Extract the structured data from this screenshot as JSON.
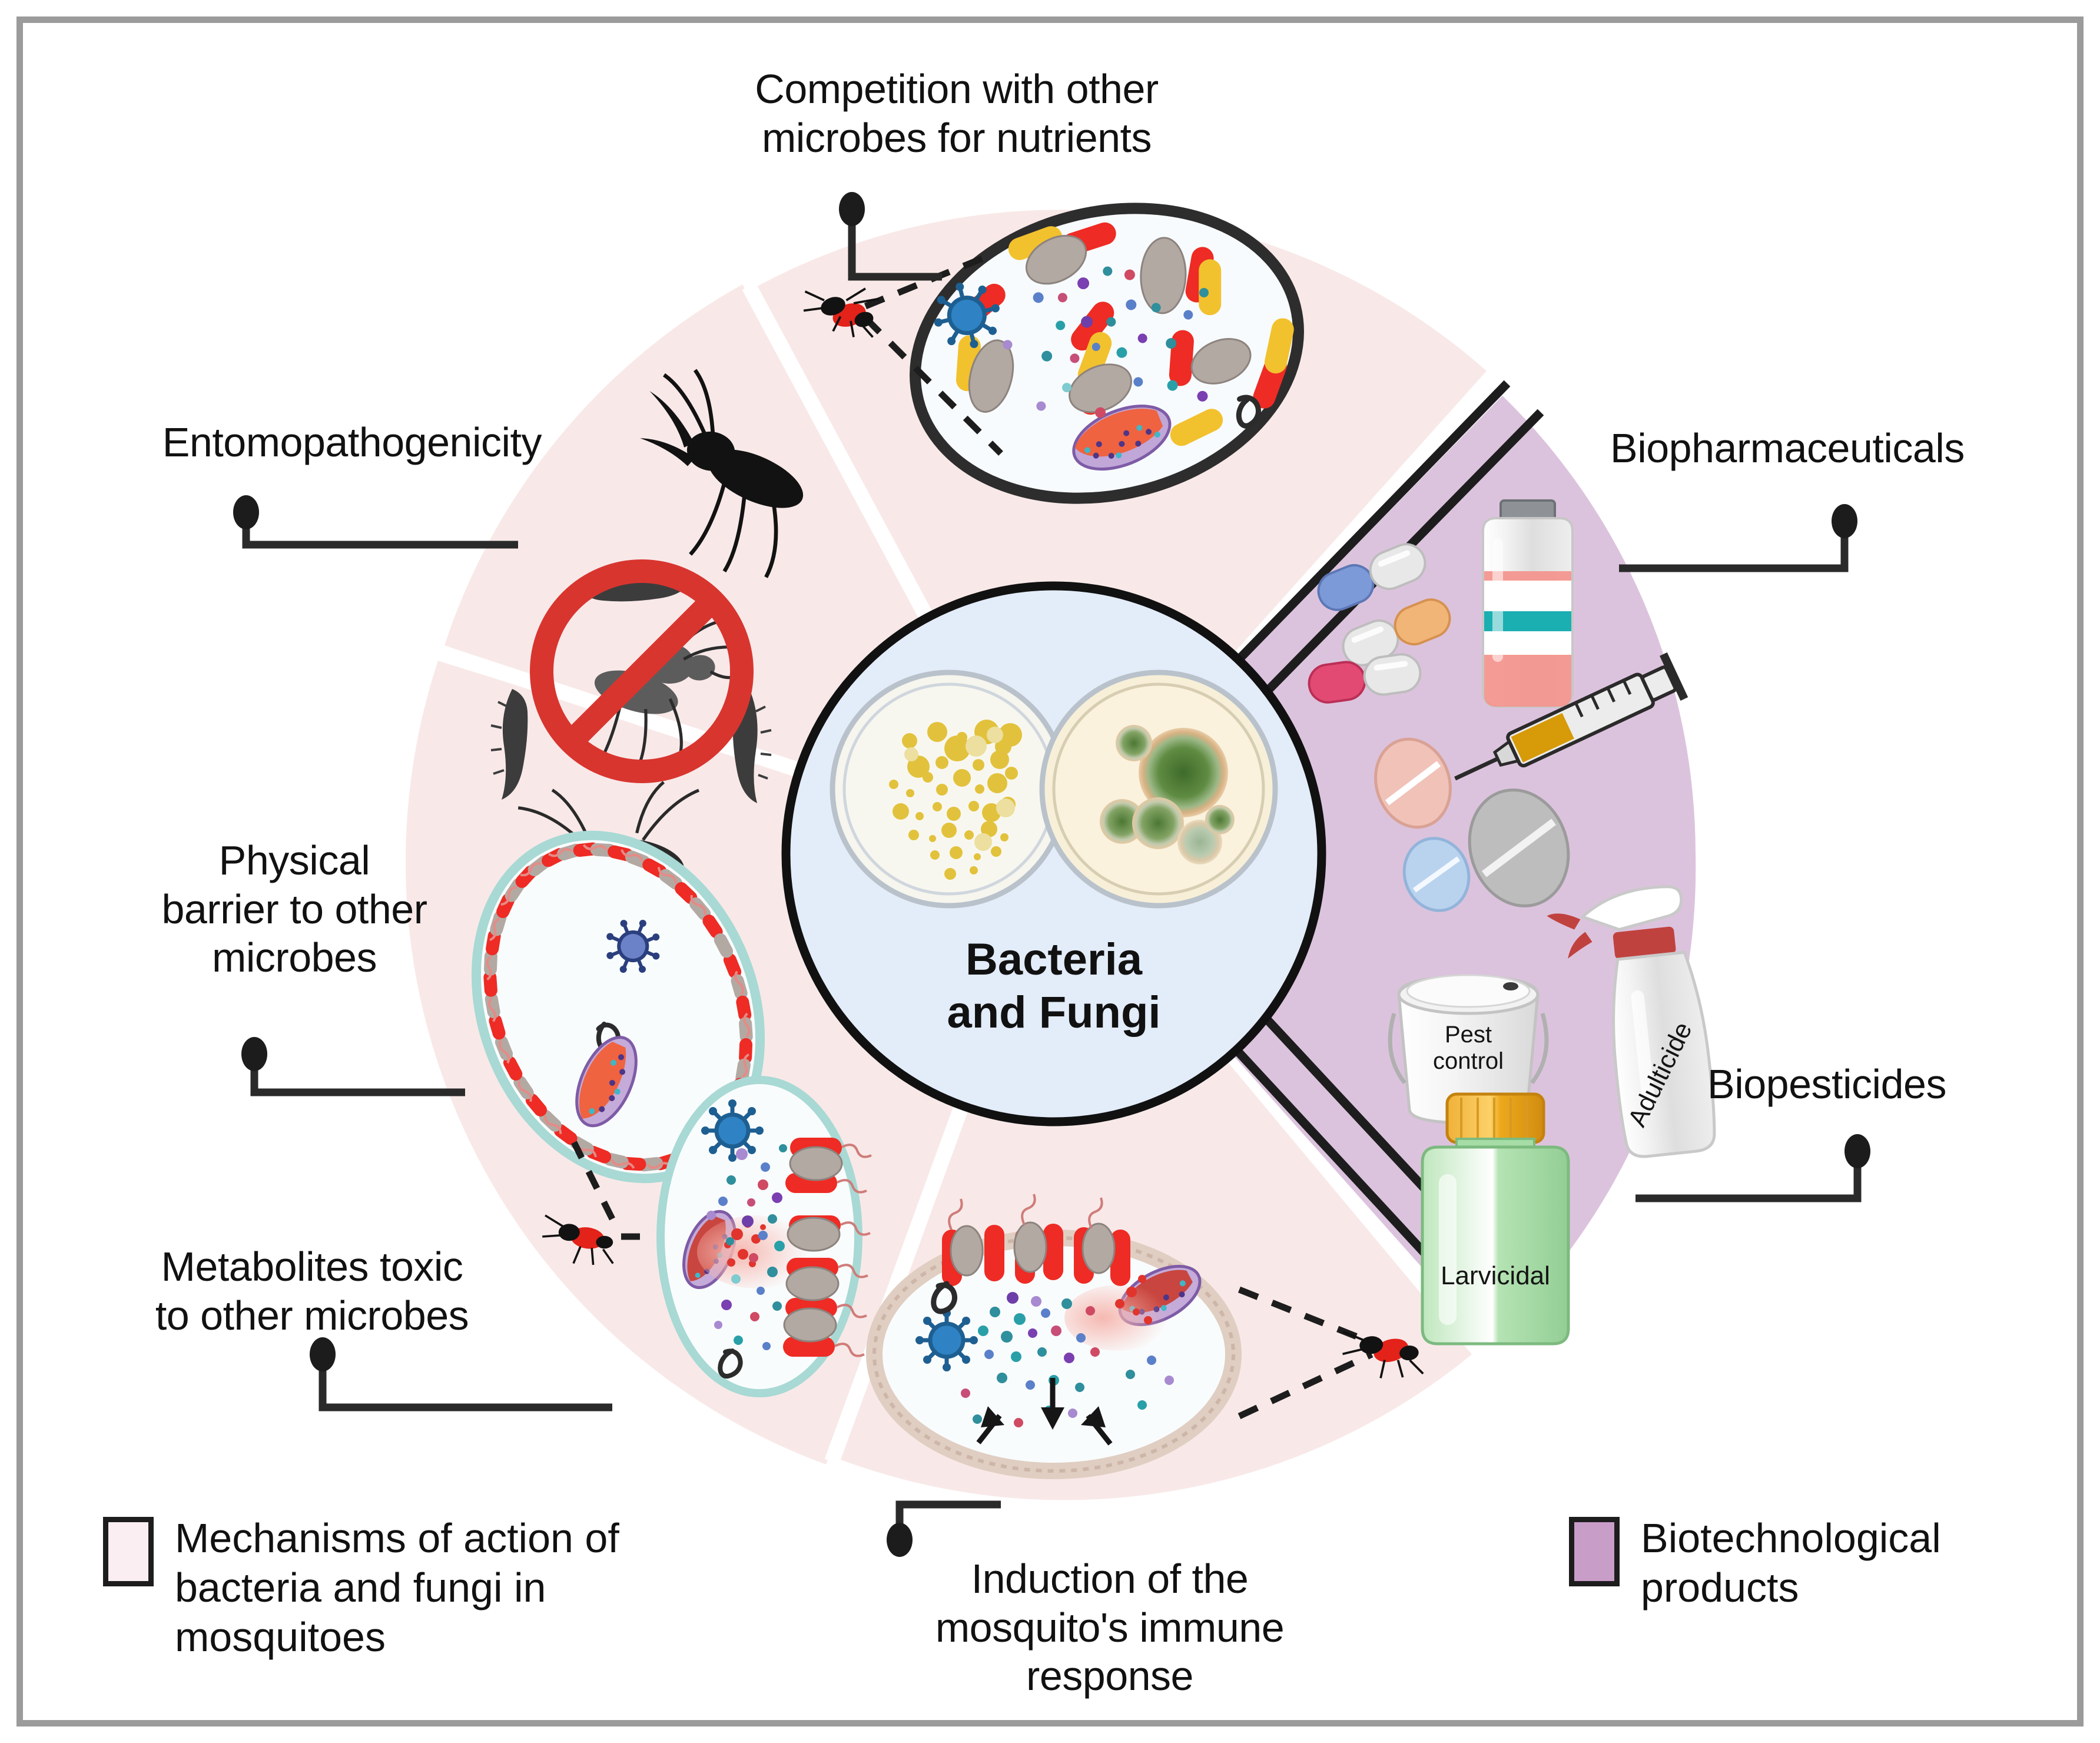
{
  "figure": {
    "center": {
      "title": "Bacteria\nand Fungi",
      "dish_left": "bacteria-culture-plate",
      "dish_right": "fungi-culture-plate"
    },
    "callouts": [
      {
        "id": "competition",
        "label": "Competition with other\nmicrobes for nutrients",
        "group": "mechanisms",
        "illustration": "mosquito-gut-microbiome-oval"
      },
      {
        "id": "entomopathogenicity",
        "label": "Entomopathogenicity",
        "group": "mechanisms",
        "illustration": "dead-mosquitoes-and-larvae-with-prohibition-sign"
      },
      {
        "id": "physical-barrier",
        "label": "Physical\nbarrier to other\nmicrobes",
        "group": "mechanisms",
        "illustration": "gut-lined-with-bacteria-oval"
      },
      {
        "id": "metabolites",
        "label": "Metabolites toxic\nto other microbes",
        "group": "mechanisms",
        "illustration": "toxic-metabolites-lysing-microbe-oval"
      },
      {
        "id": "immune-response",
        "label": "Induction of the\nmosquito's immune\nresponse",
        "group": "mechanisms",
        "illustration": "immune-response-gut-oval"
      },
      {
        "id": "biopharmaceuticals",
        "label": "Biopharmaceuticals",
        "group": "biotech",
        "illustration": "pills-vial-syringe-tablets"
      },
      {
        "id": "biopesticides",
        "label": "Biopesticides",
        "group": "biotech",
        "illustration": "pest-control-bucket-adulticide-spray-larvicidal-bottle"
      }
    ],
    "products": {
      "pest_control": "Pest\ncontrol",
      "adulticide": "Adulticide",
      "larvicidal": "Larvicidal"
    },
    "legend": [
      {
        "id": "mechanisms",
        "label": "Mechanisms of action of\nbacteria and fungi in\nmosquitoes",
        "color": "#fbeef2"
      },
      {
        "id": "biotech",
        "label": "Biotechnological\nproducts",
        "color": "#c89dc8"
      }
    ],
    "colors": {
      "mechanisms_wedge": "#f8e9e8",
      "biotech_wedge": "#dcc3dd",
      "center_disc": "#e3ecf9",
      "frame": "#9b9b9b",
      "outline": "#1d1d1d",
      "prohibition_red": "#d8352f",
      "bacteria_red": "#ee2b24",
      "bacteria_yellow": "#f2c12e",
      "bacteria_grey": "#b3a9a3",
      "membrane_teal": "#a8d9d4",
      "larvicidal_green": "#abdfa9",
      "larvicidal_cap": "#efa820"
    }
  }
}
